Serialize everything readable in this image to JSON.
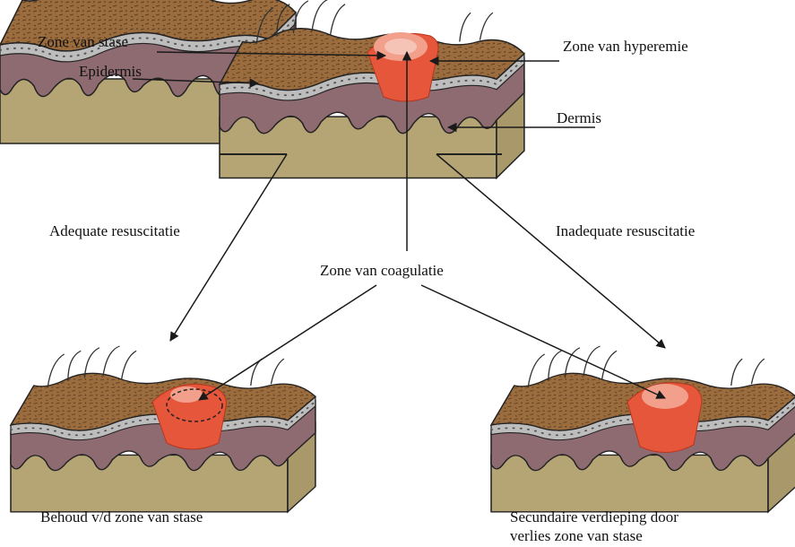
{
  "labels": {
    "zone_stase": "Zone van stase",
    "epidermis": "Epidermis",
    "zone_hyperemie": "Zone van hyperemie",
    "dermis": "Dermis",
    "adequate": "Adequate resuscitatie",
    "inadequate": "Inadequate resuscitatie",
    "zone_coagulatie": "Zone van coagulatie",
    "behoud": "Behoud v/d zone van stase",
    "secundaire_1": "Secundaire verdieping door",
    "secundaire_2": "verlies zone van stase"
  },
  "colors": {
    "dermis": "#b5a575",
    "epidermis": "#8e6a71",
    "gray_layer": "#bdbdbd",
    "top_layer": "#9a6c3e",
    "burn_outer": "#e5563a",
    "burn_inner": "#f2a08c",
    "arrow": "#1a1a1a"
  }
}
